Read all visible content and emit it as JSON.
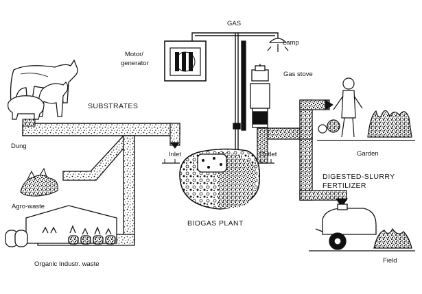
{
  "labels": {
    "gas": "GAS",
    "motor": "Motor/",
    "motor2": "generator",
    "lamp": "Lamp",
    "gas_stove": "Gas stove",
    "substrates": "SUBSTRATES",
    "dung": "Dung",
    "agro_waste": "Agro-waste",
    "organic_waste": "Organic Industr. waste",
    "inlet": "Inlet",
    "outlet": "Outlet",
    "biogas_plant": "BIOGAS PLANT",
    "garden": "Garden",
    "fertilizer_line1": "DIGESTED-SLURRY",
    "fertilizer_line2": "FERTILIZER",
    "field": "Field"
  }
}
